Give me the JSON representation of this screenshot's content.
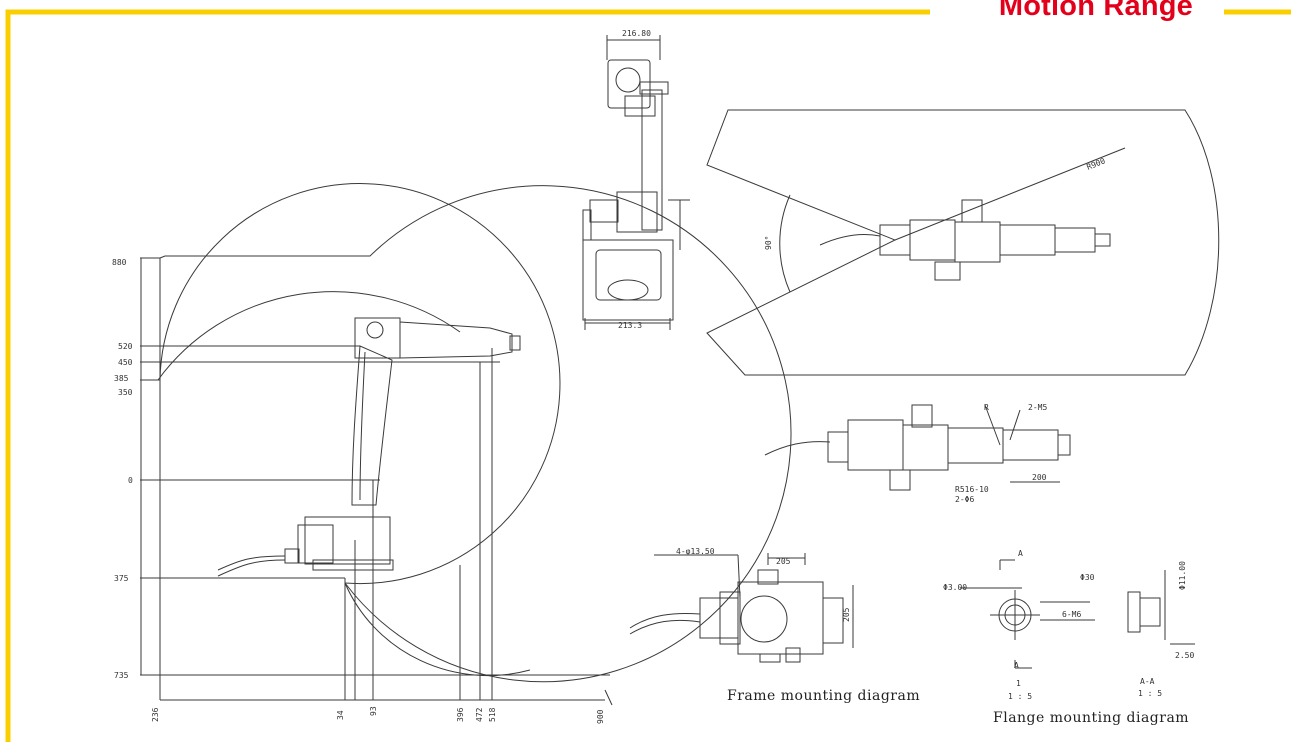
{
  "header": {
    "title": "Motion Range"
  },
  "colors": {
    "frame": "#f9cf00",
    "title": "#e2001a",
    "line": "#3a3a3a"
  },
  "side_view": {
    "heights": [
      "880",
      "520",
      "450",
      "385",
      "350",
      "0",
      "375",
      "735"
    ],
    "widths": [
      "236",
      "34",
      "93",
      "396",
      "472",
      "518",
      "900"
    ]
  },
  "rear_view": {
    "top_width": "216.80",
    "bottom_width": "213.3"
  },
  "top_view": {
    "radius_label": "R900",
    "angle_label": "90°"
  },
  "arm_detail": {
    "labels": [
      "R",
      "2-M5",
      "R516-10",
      "2-Φ6",
      "200"
    ]
  },
  "frame_mount": {
    "hole_label": "4-φ13.50",
    "width": "205",
    "height": "205",
    "caption": "Frame mounting diagram"
  },
  "flange_mount": {
    "labels": [
      "A",
      "Φ3.00",
      "Φ30",
      "6-M6",
      "Φ11.00",
      "2.50",
      "A",
      "A-A",
      "1 : 5",
      "1",
      "1 : 5"
    ],
    "caption": "Flange mounting diagram"
  }
}
